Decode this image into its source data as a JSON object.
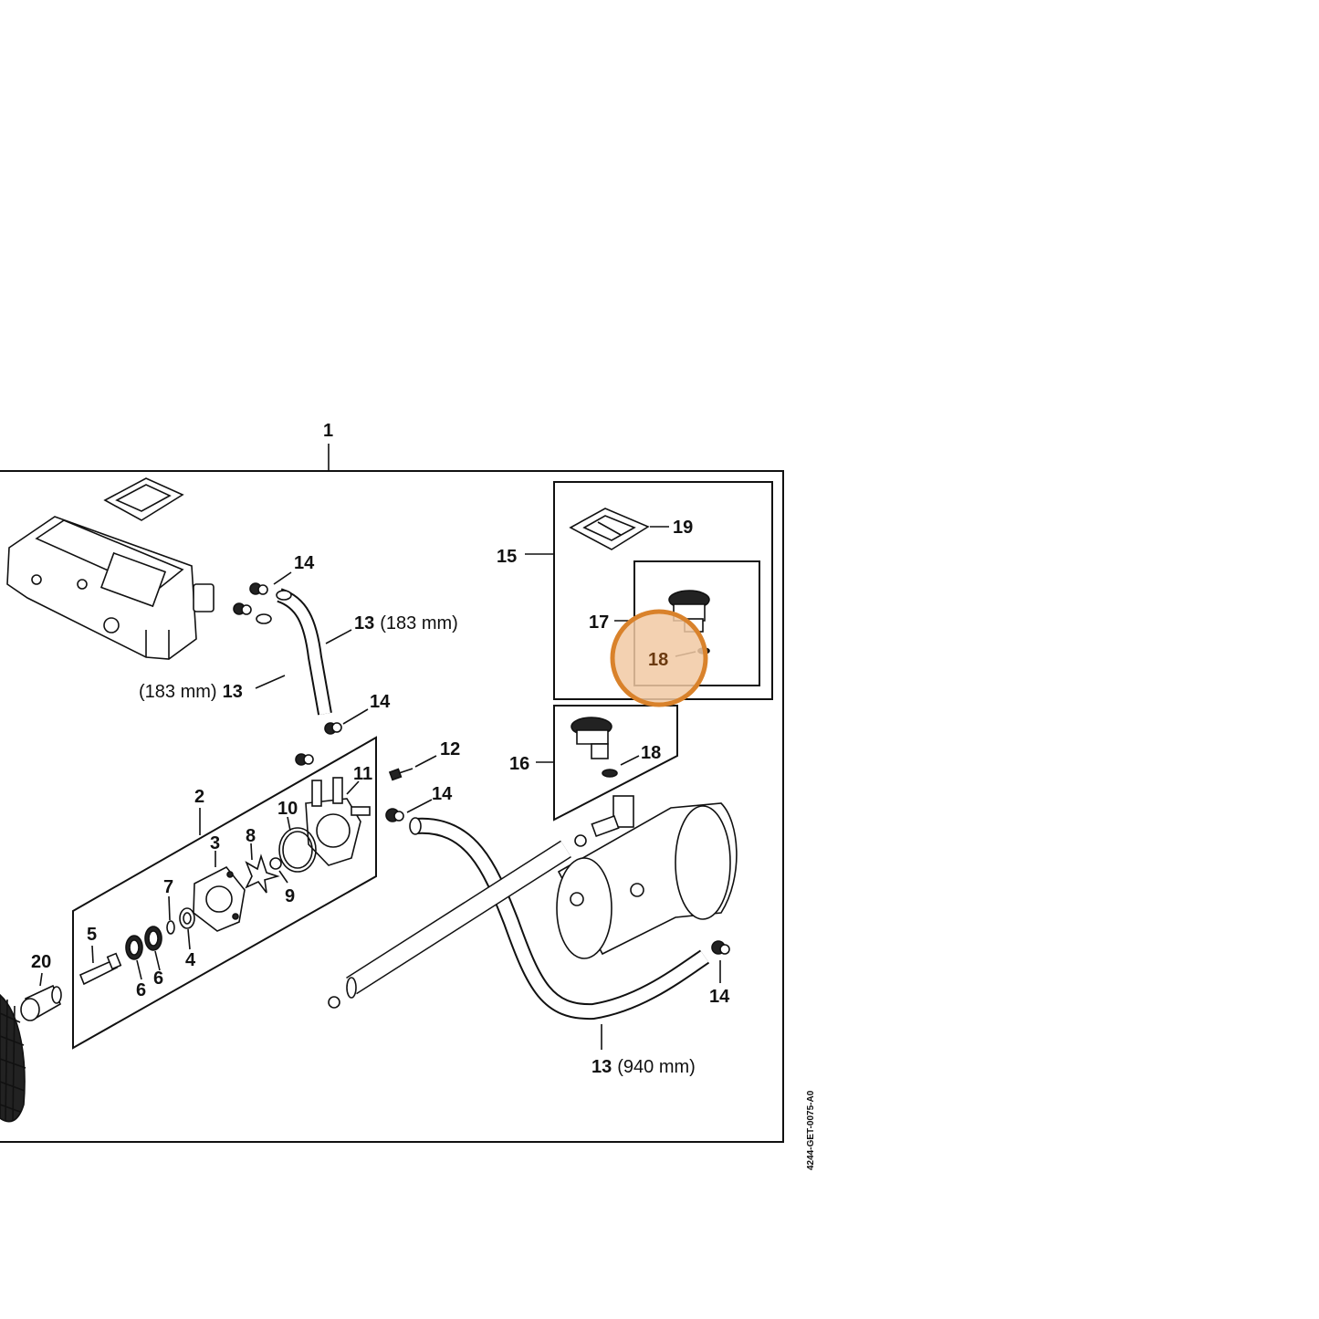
{
  "diagram": {
    "doc_code": "4244-GET-0075-A0",
    "highlight": {
      "part": "18",
      "color": "#d9822b",
      "fill": "#f1c9a3"
    },
    "callouts": {
      "p1": "1",
      "p2": "2",
      "p3": "3",
      "p4": "4",
      "p5": "5",
      "p6a": "6",
      "p6b": "6",
      "p7": "7",
      "p8": "8",
      "p9": "9",
      "p10": "10",
      "p11": "11",
      "p12": "12",
      "p13a": "13",
      "p13a_len": "(183 mm)",
      "p13b": "13",
      "p13b_len": "(183 mm)",
      "p13c": "13",
      "p13c_len": "(940 mm)",
      "p14a": "14",
      "p14b": "14",
      "p14c": "14",
      "p14d": "14",
      "p15": "15",
      "p16": "16",
      "p17": "17",
      "p18a": "18",
      "p18b": "18",
      "p19": "19",
      "p20": "20"
    }
  }
}
